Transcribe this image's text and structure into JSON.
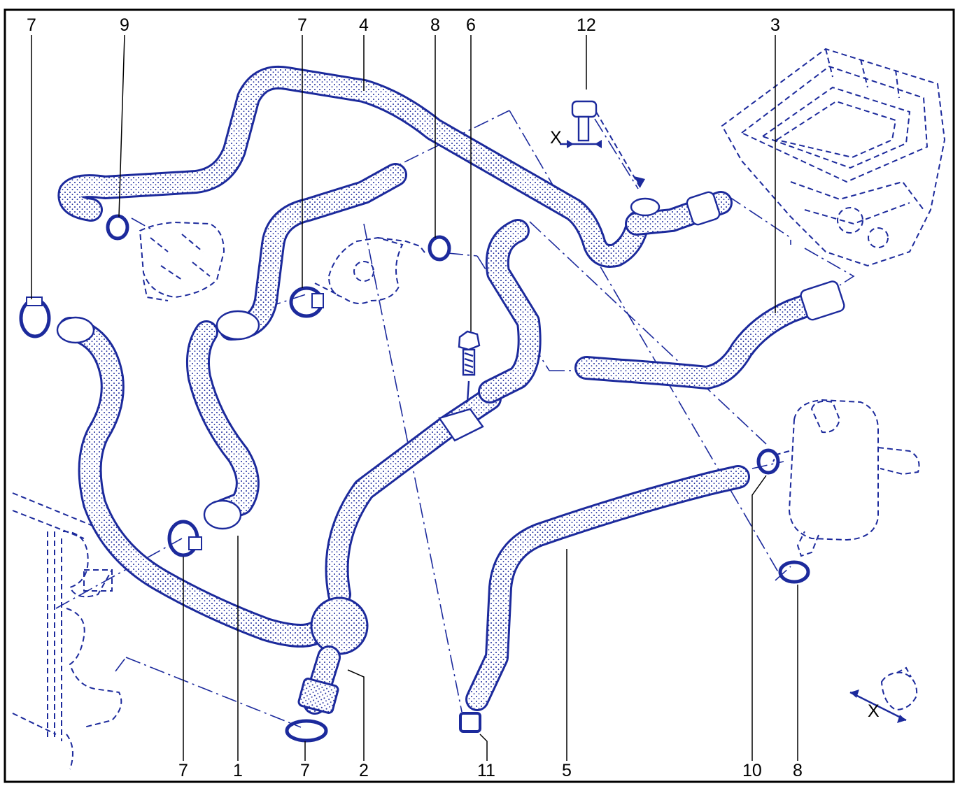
{
  "diagram": {
    "type": "exploded-view",
    "accent_color": "#1c2a9c",
    "part_labels": {
      "top": [
        "7",
        "9",
        "7",
        "4",
        "8",
        "6",
        "12",
        "3"
      ],
      "bottom": [
        "7",
        "1",
        "7",
        "2",
        "11",
        "5",
        "10",
        "8"
      ]
    },
    "dimension_mark": "X"
  }
}
